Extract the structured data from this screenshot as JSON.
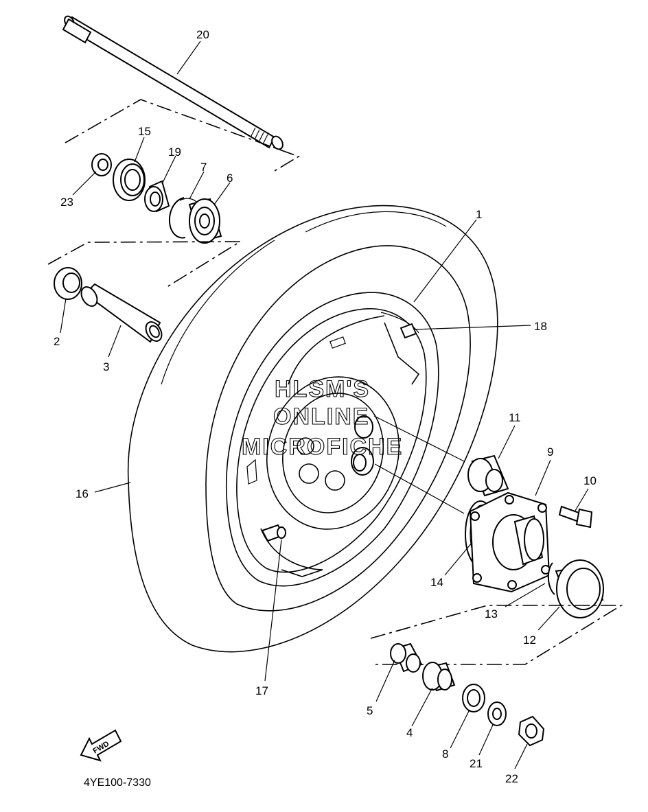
{
  "document_code": "4YE100-7330",
  "fwd_label": "FWD",
  "watermark": [
    "HLSM'S",
    "ONLINE",
    "MICROFICHE"
  ],
  "callouts": [
    "1",
    "2",
    "3",
    "4",
    "5",
    "6",
    "7",
    "8",
    "9",
    "10",
    "11",
    "12",
    "13",
    "14",
    "15",
    "16",
    "17",
    "18",
    "19",
    "20",
    "21",
    "22",
    "23"
  ]
}
